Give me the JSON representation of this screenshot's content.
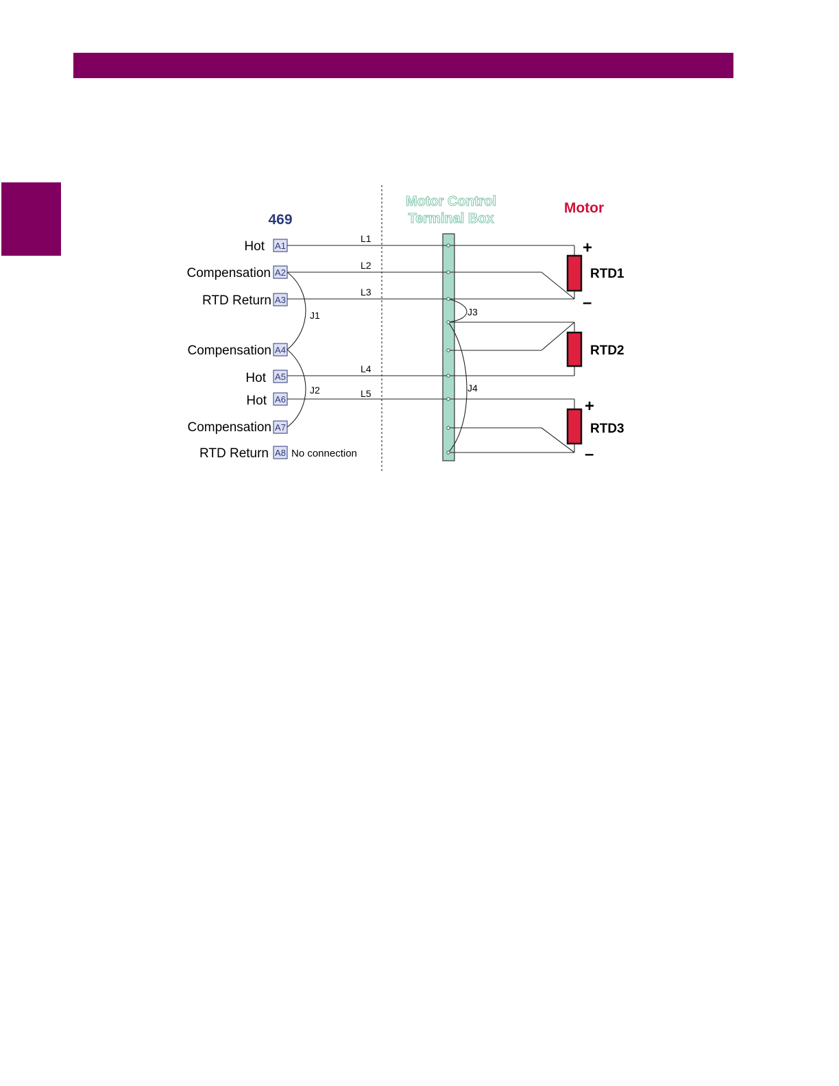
{
  "colors": {
    "brand": "#800060",
    "relay_title": "#2b3a7a",
    "terminal_box": "#a9dcc8",
    "terminal_title": "#7fc4a8",
    "motor_title": "#d0103a",
    "rtd_fill": "#e0203f",
    "terminal_fill": "#dde0f2"
  },
  "relay": {
    "title": "469",
    "terminals": [
      {
        "label": "Hot",
        "id": "A1"
      },
      {
        "label": "Compensation",
        "id": "A2"
      },
      {
        "label": "RTD Return",
        "id": "A3"
      },
      {
        "label": "Compensation",
        "id": "A4"
      },
      {
        "label": "Hot",
        "id": "A5"
      },
      {
        "label": "Hot",
        "id": "A6"
      },
      {
        "label": "Compensation",
        "id": "A7"
      },
      {
        "label": "RTD Return",
        "id": "A8"
      }
    ],
    "no_connection": "No connection"
  },
  "terminal_box": {
    "title_line1": "Motor Control",
    "title_line2": "Terminal Box"
  },
  "motor": {
    "title": "Motor",
    "rtds": [
      "RTD1",
      "RTD2",
      "RTD3"
    ],
    "plus": "+",
    "minus": "–"
  },
  "wires": {
    "lines": [
      "L1",
      "L2",
      "L3",
      "L4",
      "L5"
    ],
    "jumpers": [
      "J1",
      "J2",
      "J3",
      "J4"
    ]
  }
}
